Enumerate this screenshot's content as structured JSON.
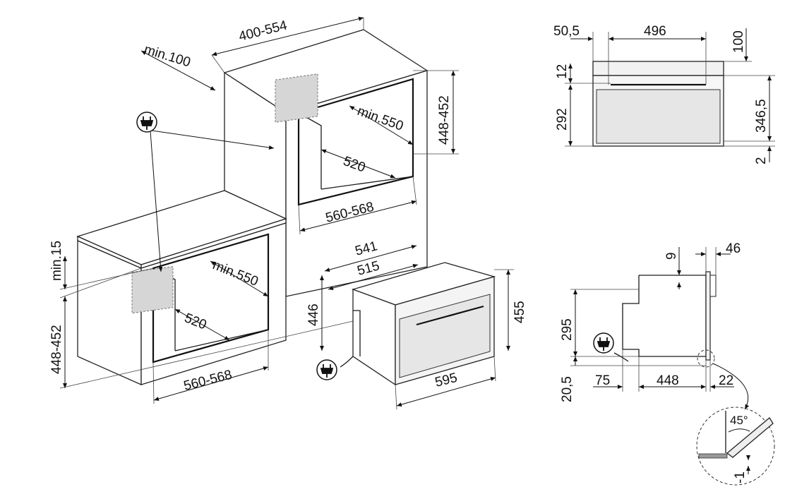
{
  "dimensions": {
    "tall_unit_width": "400-554",
    "tall_unit_min_back": "min.100",
    "tall_niche_height": "448-452",
    "tall_niche_depth": "min.550",
    "tall_niche_inner": "520",
    "tall_niche_width": "560-568",
    "base_niche_min_top": "min.15",
    "base_niche_height": "448-452",
    "base_niche_depth": "min.550",
    "base_niche_inner": "520",
    "base_niche_width": "560-568",
    "oven_depth_total": "541",
    "oven_depth_body": "515",
    "oven_height_body": "446",
    "oven_height_front": "455",
    "oven_width": "595",
    "front_offset": "50,5",
    "front_width": "496",
    "front_top": "100",
    "front_strip": "12",
    "front_door": "292",
    "front_height": "346,5",
    "front_gap": "2",
    "side_top": "9",
    "side_panel": "46",
    "side_height": "295",
    "side_bottom": "20,5",
    "side_back": "75",
    "side_depth": "448",
    "side_front": "22",
    "detail_angle": "45°",
    "detail_offset": "-1"
  },
  "icons": [
    "plug-icon",
    "plug-icon",
    "plug-icon"
  ],
  "colors": {
    "line": "#1a1a1a",
    "hatch": "#d6d6d6",
    "glass": "#e6e6e6"
  }
}
